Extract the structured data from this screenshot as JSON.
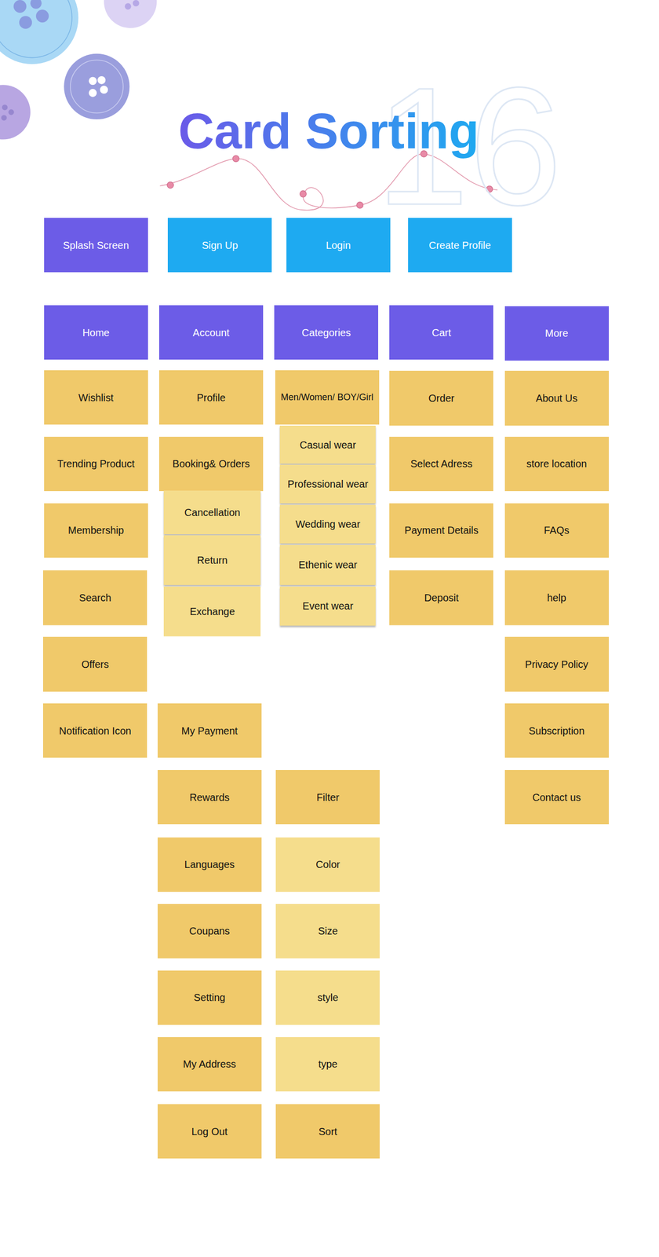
{
  "diagram": {
    "title": "Card Sorting",
    "nodes": [
      {
        "text": [
          "Splash Screen"
        ]
      },
      {
        "text": [
          "Sign Up"
        ]
      },
      {
        "text": [
          "Login"
        ]
      },
      {
        "text": [
          "Create Profile"
        ]
      },
      {
        "text": [
          "Home"
        ]
      },
      {
        "text": [
          "Account"
        ]
      },
      {
        "text": [
          "Categories"
        ]
      },
      {
        "text": [
          "Cart"
        ]
      },
      {
        "text": [
          "More"
        ]
      },
      {
        "text": [
          "Wishlist"
        ]
      },
      {
        "text": [
          "Trending Product"
        ]
      },
      {
        "text": [
          "Membership"
        ]
      },
      {
        "text": [
          "Search"
        ]
      },
      {
        "text": [
          "Offers"
        ]
      },
      {
        "text": [
          "Notification Icon"
        ]
      },
      {
        "text": [
          "Profile"
        ]
      },
      {
        "text": [
          "Booking& Orders"
        ]
      },
      {
        "text": [
          "Cancellation"
        ]
      },
      {
        "text": [
          "Return"
        ]
      },
      {
        "text": [
          "Exchange"
        ]
      },
      {
        "text": [
          "My Payment"
        ]
      },
      {
        "text": [
          "Rewards"
        ]
      },
      {
        "text": [
          "Languages"
        ]
      },
      {
        "text": [
          "Coupans"
        ]
      },
      {
        "text": [
          "Setting"
        ]
      },
      {
        "text": [
          "My Address"
        ]
      },
      {
        "text": [
          "Log Out"
        ]
      },
      {
        "text": [
          "Men/Women/ BOY/Girl"
        ]
      },
      {
        "text": [
          "Casual wear"
        ]
      },
      {
        "text": [
          "Professional wear"
        ]
      },
      {
        "text": [
          "Wedding wear"
        ]
      },
      {
        "text": [
          "Ethenic wear"
        ]
      },
      {
        "text": [
          "Event wear"
        ]
      },
      {
        "text": [
          "Filter"
        ]
      },
      {
        "text": [
          "Color"
        ]
      },
      {
        "text": [
          "Size"
        ]
      },
      {
        "text": [
          "style"
        ]
      },
      {
        "text": [
          "type"
        ]
      },
      {
        "text": [
          "Sort"
        ]
      },
      {
        "text": [
          "Order"
        ]
      },
      {
        "text": [
          "Select Adress"
        ]
      },
      {
        "text": [
          "Payment Details"
        ]
      },
      {
        "text": [
          "Deposit"
        ]
      },
      {
        "text": [
          "About Us"
        ]
      },
      {
        "text": [
          "store location"
        ]
      },
      {
        "text": [
          "FAQs"
        ]
      },
      {
        "text": [
          "help"
        ]
      },
      {
        "text": [
          "Privacy Policy"
        ]
      },
      {
        "text": [
          "Subscription"
        ]
      },
      {
        "text": [
          "Contact us"
        ]
      }
    ],
    "labels": [
      "16"
    ]
  }
}
